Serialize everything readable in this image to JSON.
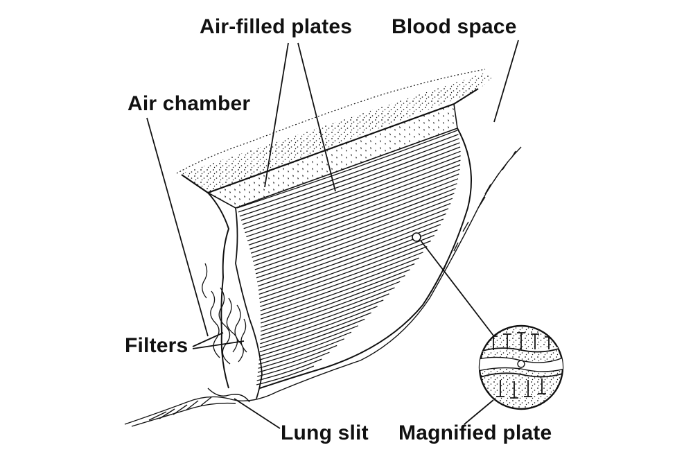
{
  "labels": {
    "air_filled_plates": "Air-filled plates",
    "blood_space": "Blood space",
    "air_chamber": "Air chamber",
    "filters": "Filters",
    "lung_slit": "Lung slit",
    "magnified_plate": "Magnified plate"
  },
  "colors": {
    "ink": "#111111",
    "background": "#ffffff"
  }
}
